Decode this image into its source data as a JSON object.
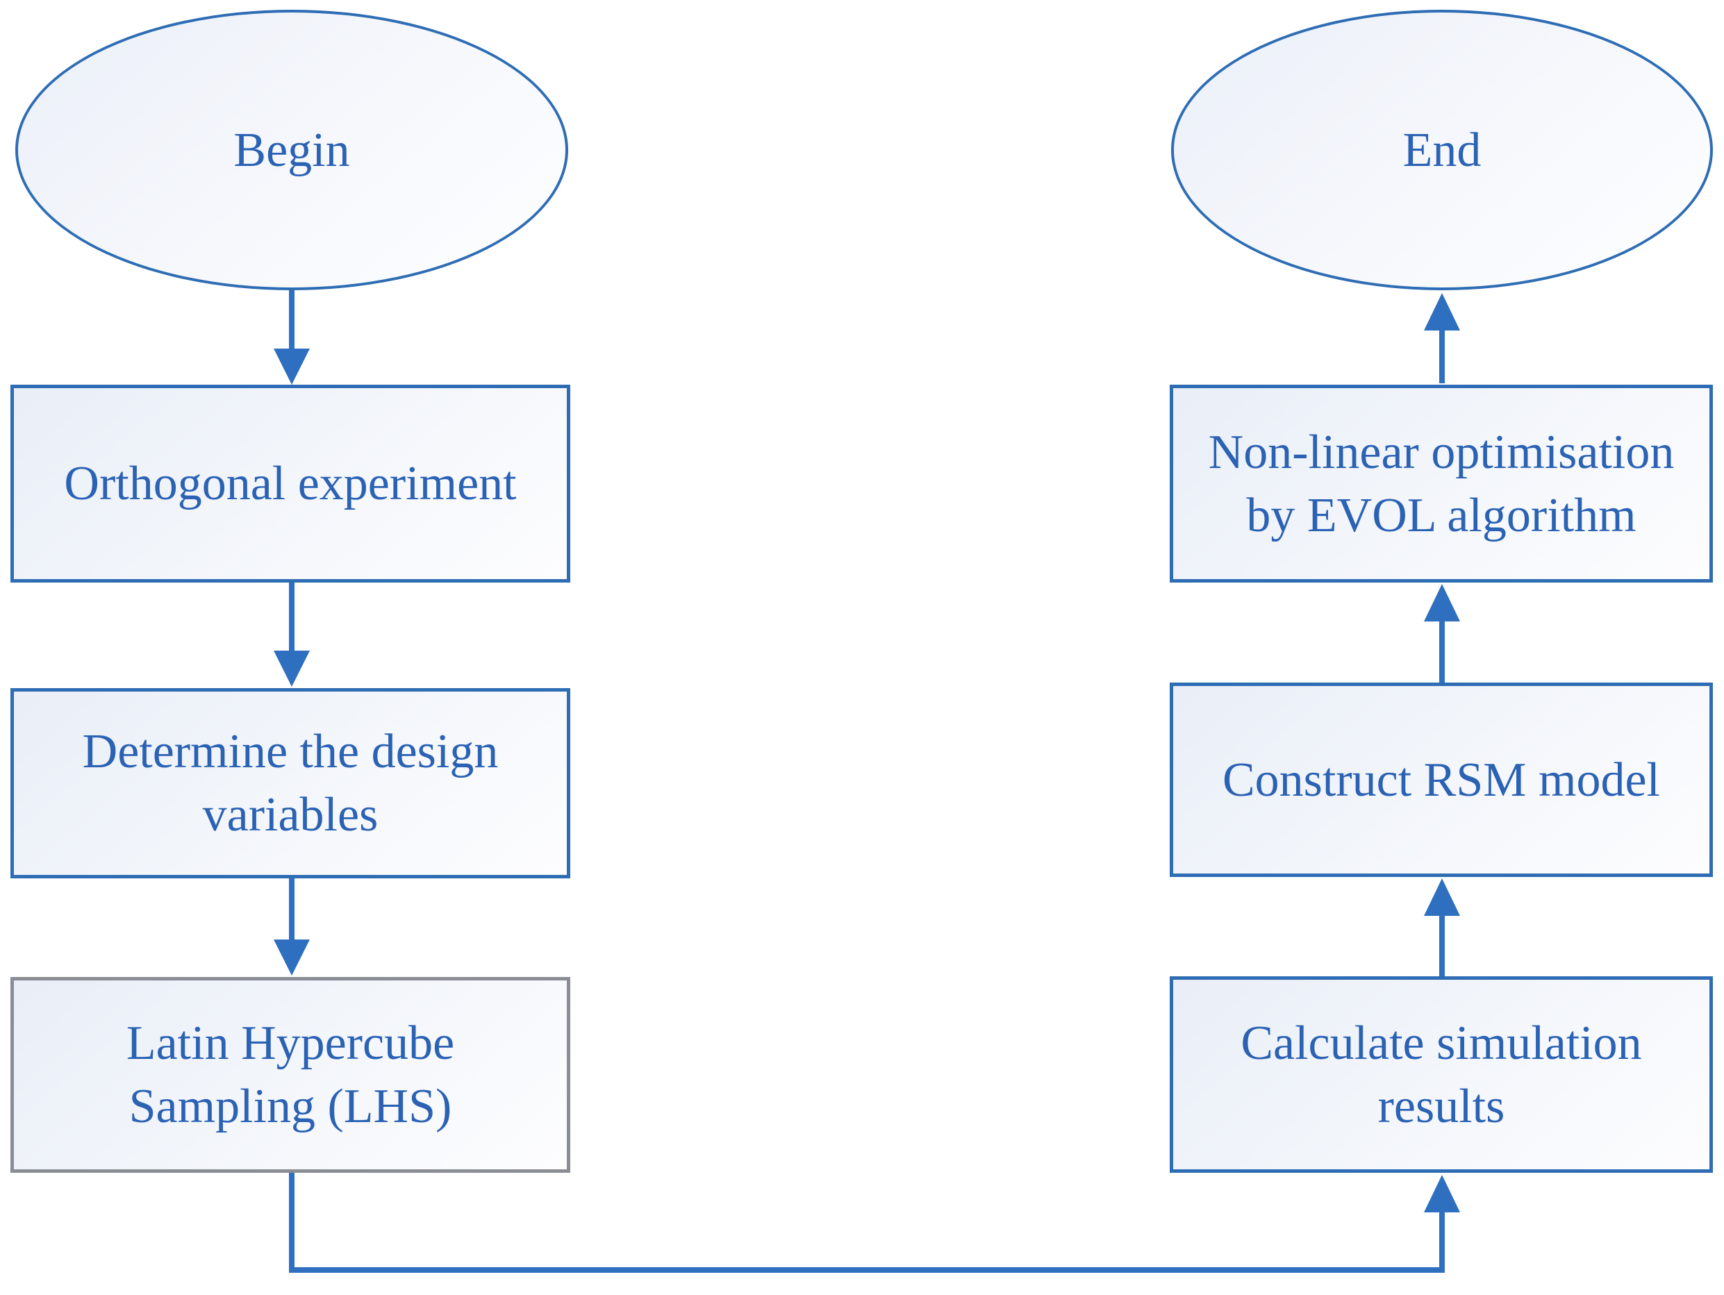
{
  "figure": {
    "type": "flowchart",
    "background": "#ffffff",
    "colors": {
      "shape_border_blue": "#2E6DB4",
      "lhs_border_gray": "#8A8E94",
      "connector_blue": "#2E6FBF",
      "label_text_blue": "#2B62B4",
      "shape_fill_light": "#EDF1F8"
    },
    "nodes": {
      "begin": {
        "shape": "ellipse",
        "label": "Begin"
      },
      "orthogonal": {
        "shape": "rectangle",
        "label": "Orthogonal experiment"
      },
      "determine": {
        "shape": "rectangle",
        "label": "Determine the design\nvariables"
      },
      "lhs": {
        "shape": "rectangle",
        "label": "Latin Hypercube\nSampling (LHS)",
        "border": "gray"
      },
      "calculate": {
        "shape": "rectangle",
        "label": "Calculate simulation\nresults"
      },
      "construct": {
        "shape": "rectangle",
        "label": "Construct RSM model"
      },
      "nonlinear": {
        "shape": "rectangle",
        "label": "Non-linear optimisation\nby EVOL algorithm"
      },
      "end": {
        "shape": "ellipse",
        "label": "End"
      }
    },
    "edges": [
      {
        "from": "begin",
        "to": "orthogonal",
        "style": "straight-down"
      },
      {
        "from": "orthogonal",
        "to": "determine",
        "style": "straight-down"
      },
      {
        "from": "determine",
        "to": "lhs",
        "style": "straight-down"
      },
      {
        "from": "lhs",
        "to": "calculate",
        "style": "elbow-down-right-up"
      },
      {
        "from": "calculate",
        "to": "construct",
        "style": "straight-up"
      },
      {
        "from": "construct",
        "to": "nonlinear",
        "style": "straight-up"
      },
      {
        "from": "nonlinear",
        "to": "end",
        "style": "straight-up"
      }
    ]
  }
}
